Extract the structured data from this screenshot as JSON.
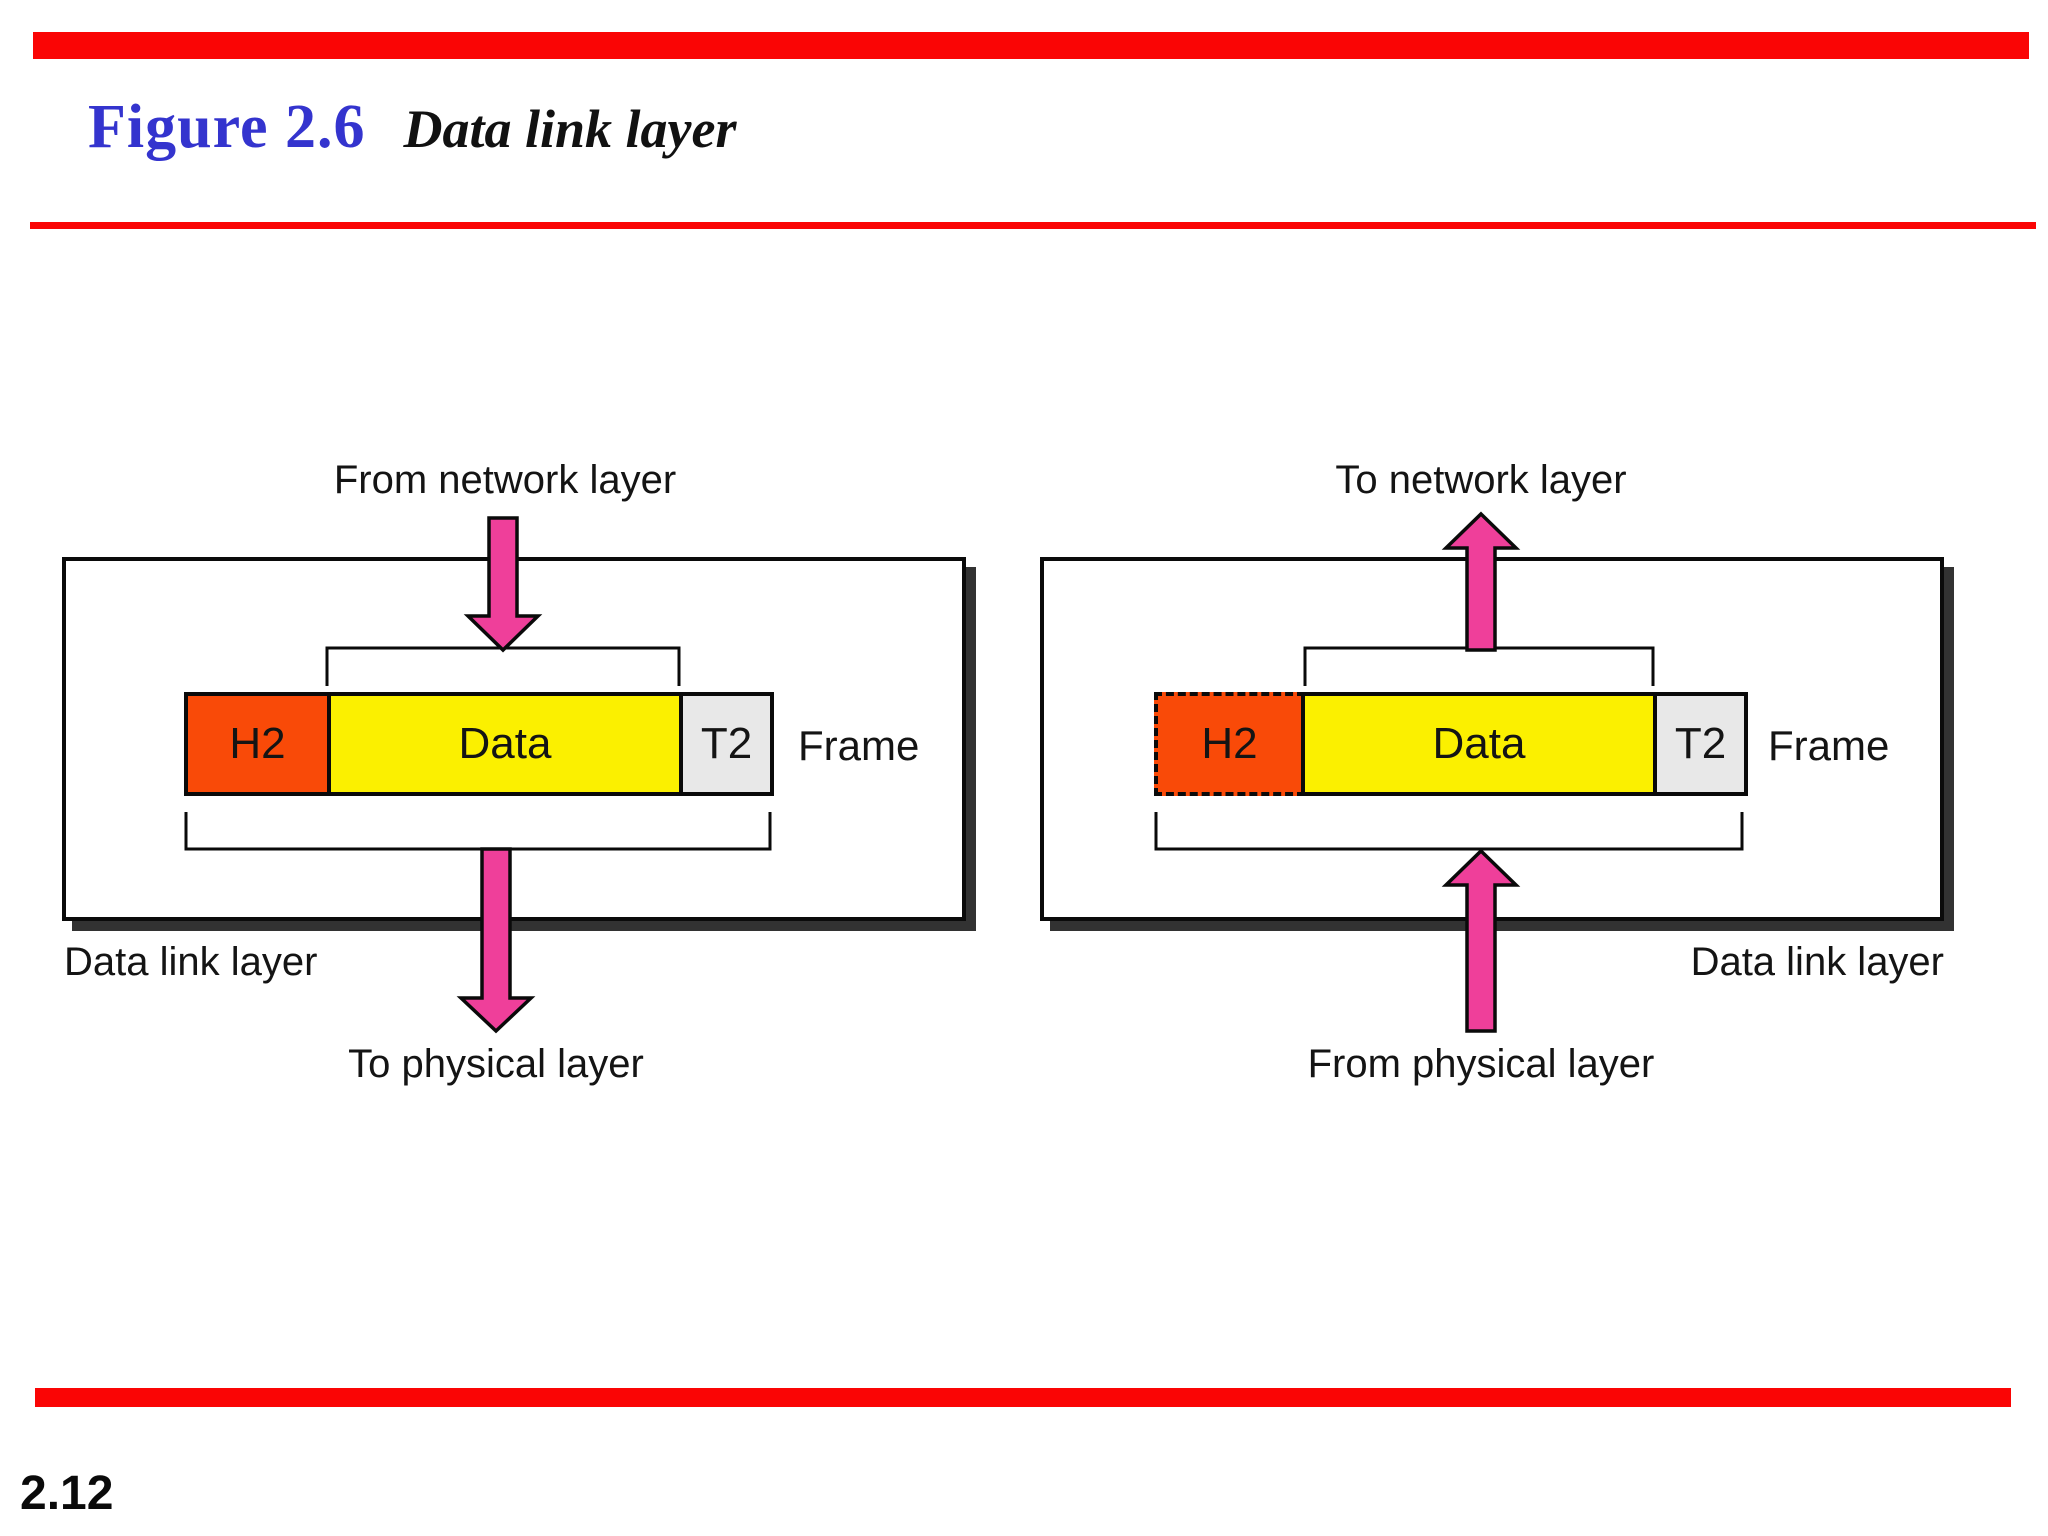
{
  "slide": {
    "title_figure": "Figure 2.6",
    "title_text": "Data link layer",
    "page_number": "2.12"
  },
  "colors": {
    "rule_red": "#fa0505",
    "title_blue": "#3434ce",
    "arrow_pink": "#ef3f9a",
    "header_orange": "#f94a08",
    "data_yellow": "#fbf000",
    "trailer_gray": "#e8e8e8"
  },
  "left_panel": {
    "top_label": "From network layer",
    "frame": {
      "header": "H2",
      "data": "Data",
      "trailer": "T2"
    },
    "frame_label": "Frame",
    "layer_label": "Data link layer",
    "bottom_label": "To physical layer"
  },
  "right_panel": {
    "top_label": "To network layer",
    "frame": {
      "header": "H2",
      "data": "Data",
      "trailer": "T2"
    },
    "frame_label": "Frame",
    "layer_label": "Data link layer",
    "bottom_label": "From physical layer"
  }
}
